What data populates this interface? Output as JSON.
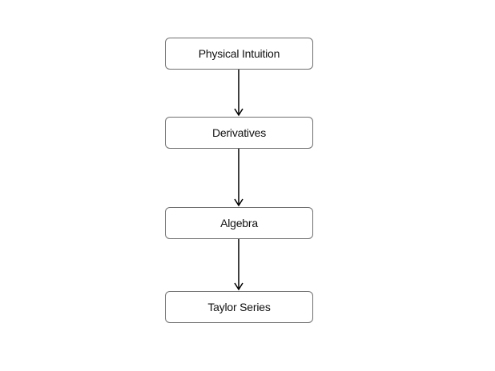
{
  "flow": {
    "nodes": [
      {
        "label": "Physical Intuition"
      },
      {
        "label": "Derivatives"
      },
      {
        "label": "Algebra"
      },
      {
        "label": "Taylor Series"
      }
    ]
  },
  "colors": {
    "border": "#6f6f6f",
    "arrow": "#000000",
    "text": "#111111",
    "background": "#ffffff"
  }
}
